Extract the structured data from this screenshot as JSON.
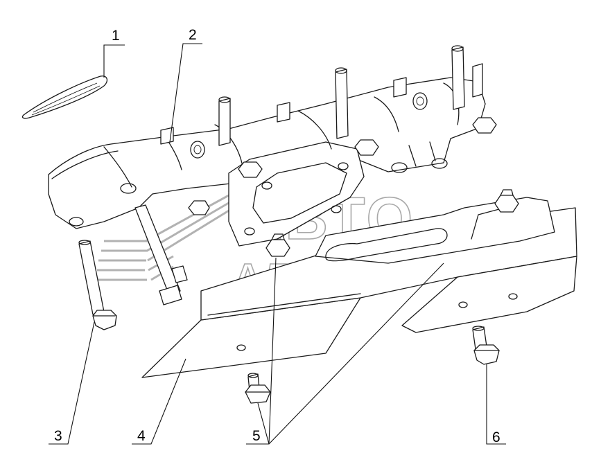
{
  "diagram": {
    "callouts": [
      {
        "id": "callout-1",
        "label": "1"
      },
      {
        "id": "callout-2",
        "label": "2"
      },
      {
        "id": "callout-3",
        "label": "3"
      },
      {
        "id": "callout-4",
        "label": "4"
      },
      {
        "id": "callout-5",
        "label": "5"
      },
      {
        "id": "callout-6",
        "label": "6"
      }
    ],
    "watermark": {
      "line1": "АВТО",
      "line2": "АЛЬЯНС"
    }
  }
}
